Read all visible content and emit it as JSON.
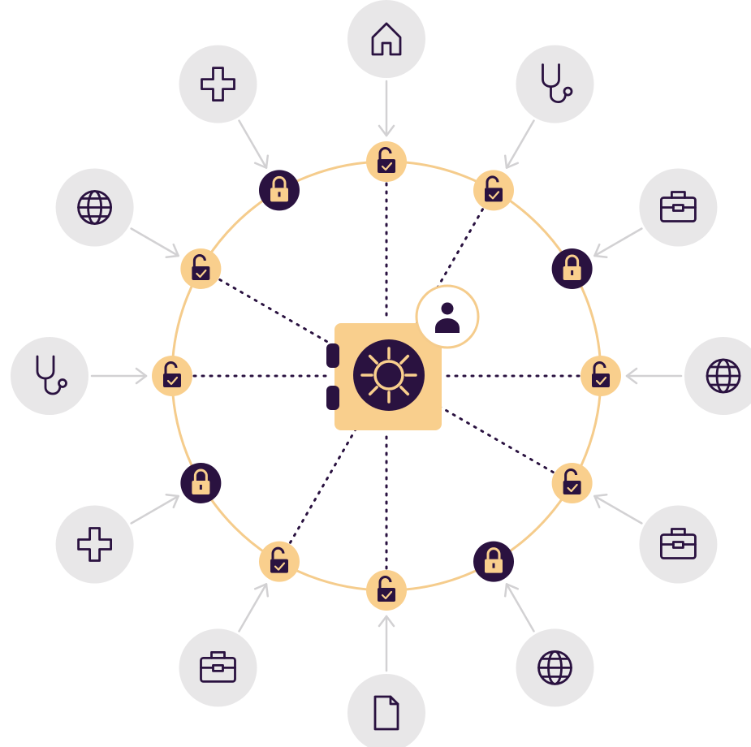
{
  "colors": {
    "background": "#ffffff",
    "ring": "#f5cc8c",
    "node_unlocked": "#f9cf8d",
    "node_locked": "#2a1240",
    "icon_dark": "#2a1240",
    "bubble": "#e8e7e8",
    "arrow": "#d2d1d3",
    "vault": "#f9cf8d",
    "dotted_line": "#2a1240"
  },
  "center": {
    "vault_icon": "vault-dial-icon",
    "badge_icon": "user-icon"
  },
  "nodes": [
    {
      "id": "top",
      "state": "unlocked",
      "connected": true,
      "source_icon": "home-icon"
    },
    {
      "id": "top-right",
      "state": "unlocked",
      "connected": true,
      "source_icon": "stethoscope-icon"
    },
    {
      "id": "right-upper",
      "state": "locked",
      "connected": false,
      "source_icon": "briefcase-icon"
    },
    {
      "id": "right",
      "state": "unlocked",
      "connected": true,
      "source_icon": "globe-icon"
    },
    {
      "id": "right-lower",
      "state": "unlocked",
      "connected": true,
      "source_icon": "briefcase-icon"
    },
    {
      "id": "bottom-right",
      "state": "locked",
      "connected": false,
      "source_icon": "globe-icon"
    },
    {
      "id": "bottom",
      "state": "unlocked",
      "connected": true,
      "source_icon": "document-icon"
    },
    {
      "id": "bottom-left",
      "state": "unlocked",
      "connected": true,
      "source_icon": "briefcase-icon"
    },
    {
      "id": "left-lower",
      "state": "locked",
      "connected": false,
      "source_icon": "medical-cross-icon"
    },
    {
      "id": "left",
      "state": "unlocked",
      "connected": true,
      "source_icon": "stethoscope-icon"
    },
    {
      "id": "left-upper",
      "state": "unlocked",
      "connected": true,
      "source_icon": "globe-icon"
    },
    {
      "id": "top-left",
      "state": "locked",
      "connected": false,
      "source_icon": "medical-cross-icon"
    }
  ]
}
